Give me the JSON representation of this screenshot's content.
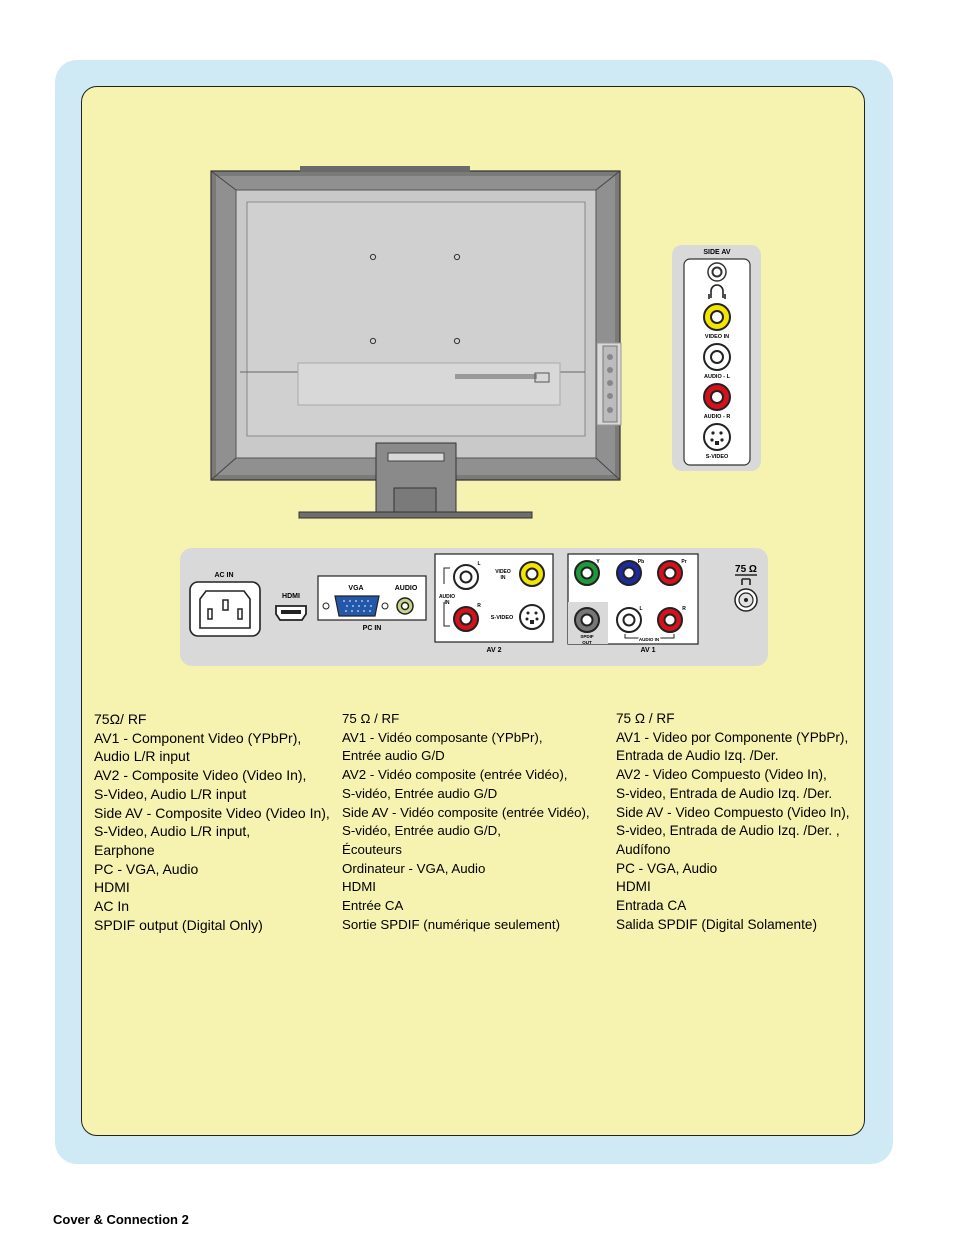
{
  "side_panel": {
    "title": "SIDE AV",
    "labels": [
      "VIDEO IN",
      "AUDIO - L",
      "AUDIO - R",
      "S-VIDEO"
    ]
  },
  "connector_panel": {
    "ac_in": "AC IN",
    "hdmi": "HDMI",
    "vga": "VGA",
    "audio": "AUDIO",
    "pc_in": "PC IN",
    "l": "L",
    "r": "R",
    "audio_in_1": "AUDIO",
    "audio_in_2": "IN",
    "video_in_1": "VIDEO",
    "video_in_2": "IN",
    "s_video": "S-VIDEO",
    "av2": "AV 2",
    "y": "Y",
    "pb": "Pb",
    "pr": "Pr",
    "spdif_1": "SPDIF",
    "spdif_2": "OUT",
    "audio_in": "AUDIO IN",
    "av1": "AV 1",
    "ohm": "75 Ω"
  },
  "colors": {
    "page_bg": "#cfe9f5",
    "panel_bg": "#f6f2b0",
    "connector_bg": "#d9d9d9",
    "yellow_jack": "#f2e600",
    "red_jack": "#d6111b",
    "green_jack": "#1e9a3a",
    "blue_jack": "#1c2a9b",
    "vga_blue": "#2457a8"
  },
  "text_columns": {
    "english": [
      "75Ω/ RF",
      "AV1 - Component Video (YPbPr),",
      "Audio L/R input",
      "AV2 - Composite Video (Video In),",
      "S-Video, Audio L/R input",
      "Side AV - Composite Video (Video In),",
      "S-Video, Audio L/R input,",
      "Earphone",
      "PC - VGA, Audio",
      "HDMI",
      "AC In",
      "SPDIF output (Digital Only)"
    ],
    "french": [
      "75 Ω / RF",
      "AV1 - Vidéo composante (YPbPr),",
      "Entrée audio G/D",
      "AV2 - Vidéo composite (entrée Vidéo),",
      "S-vidéo, Entrée audio G/D",
      "Side AV - Vidéo composite (entrée Vidéo),",
      "S-vidéo, Entrée audio G/D,",
      "Écouteurs",
      "Ordinateur - VGA, Audio",
      "HDMI",
      "Entrée CA",
      "Sortie SPDIF (numérique seulement)"
    ],
    "spanish": [
      "75 Ω / RF",
      "AV1 - Video por Componente (YPbPr),",
      "Entrada de Audio Izq. /Der.",
      "AV2 - Video Compuesto (Video In),",
      "S-video, Entrada de Audio Izq. /Der.",
      "Side AV - Video Compuesto (Video In),",
      "S-video, Entrada de Audio Izq. /Der. ,",
      "Audífono",
      "PC - VGA, Audio",
      "HDMI",
      "Entrada CA",
      "Salida SPDIF (Digital Solamente)"
    ]
  },
  "footer": "Cover & Connection 2"
}
